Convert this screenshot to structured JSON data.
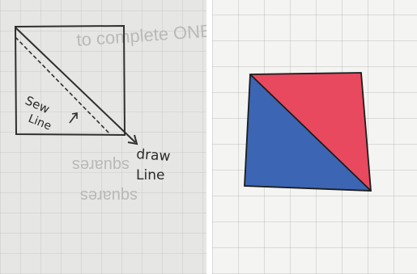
{
  "left_panel": {
    "sew_line_label_line1": "Sew",
    "sew_line_label_line2": "Line",
    "draw_line_label_line1": "draw",
    "draw_line_label_line2": "Line",
    "bleed_through_text_1": "to complete ONE block)",
    "bleed_through_text_2": "squares",
    "bleed_through_text_3": "squares"
  },
  "right_panel": {
    "triangle_upper_color": "#e8495e",
    "triangle_lower_color": "#3c66b3",
    "outline_color": "#1c1c1c"
  }
}
